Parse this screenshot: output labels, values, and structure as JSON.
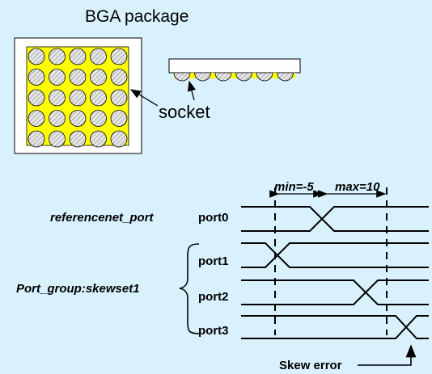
{
  "bga": {
    "title": "BGA package",
    "socket_label": "socket",
    "grid_rows": 5,
    "grid_cols": 5,
    "side_balls": 6,
    "colors": {
      "package": "#ffff00",
      "ball": "#e6e6e6",
      "hatch": "#8a8a8a"
    }
  },
  "timing": {
    "min_label": "min=-5",
    "max_label": "max=10",
    "reference_label": "referencenet_port",
    "group_label": "Port_group:skewset1",
    "ports": [
      "port0",
      "port1",
      "port2",
      "port3"
    ],
    "skew_error_label": "Skew error"
  }
}
